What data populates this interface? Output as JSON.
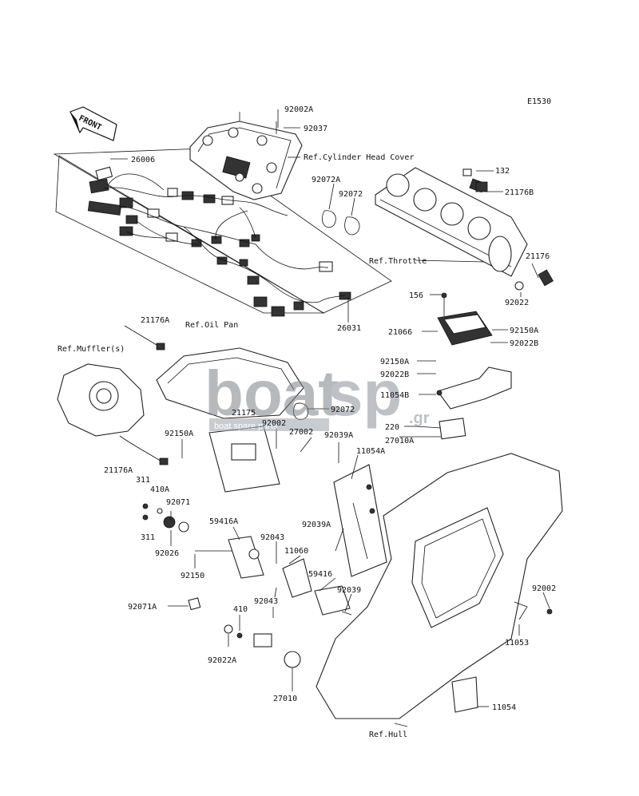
{
  "diagram_code": "E1530",
  "front_label": "FRONT",
  "watermark": {
    "brand_left": "boat",
    "brand_right": "sp",
    "tld": ".gr",
    "tagline": "boat spare parts"
  },
  "parts": {
    "p92002A_top": "92002A",
    "p92037": "92037",
    "ref_cyl_head": "Ref.Cylinder Head Cover",
    "p26006": "26006",
    "p92072A": "92072A",
    "p92072_top": "92072",
    "p132": "132",
    "p21176B": "21176B",
    "ref_throttle": "Ref.Throttle",
    "p21176": "21176",
    "p92022": "92022",
    "p26031": "26031",
    "p156": "156",
    "p21066": "21066",
    "p92150A_r": "92150A",
    "p92022B_r": "92022B",
    "p21176A_top": "21176A",
    "ref_oil_pan": "Ref.Oil Pan",
    "ref_muffler": "Ref.Muffler(s)",
    "p92150A_m": "92150A",
    "p92022B_m": "92022B",
    "p11054B": "11054B",
    "p92072_mid": "92072",
    "p21175": "21175",
    "p220": "220",
    "p27010A": "27010A",
    "p92150A_l": "92150A",
    "p92002_mid": "92002",
    "p27002": "27002",
    "p92039A_top": "92039A",
    "p11054A": "11054A",
    "p21176A_bot": "21176A",
    "p311_a": "311",
    "p410A": "410A",
    "p92071": "92071",
    "p311_b": "311",
    "p92026": "92026",
    "p59416A": "59416A",
    "p92039A_mid": "92039A",
    "p92043_a": "92043",
    "p11060": "11060",
    "p92150": "92150",
    "p59416": "59416",
    "p92039": "92039",
    "p92071A": "92071A",
    "p410": "410",
    "p92043_b": "92043",
    "p92002_r": "92002",
    "p92022A": "92022A",
    "p11053": "11053",
    "p27010": "27010",
    "p11054": "11054",
    "ref_hull": "Ref.Hull"
  }
}
